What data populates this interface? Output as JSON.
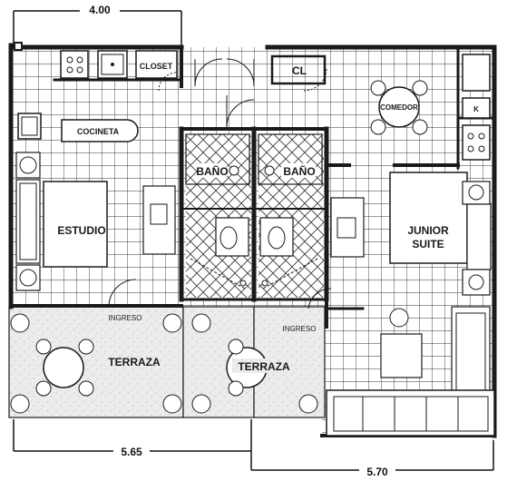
{
  "dimensions": {
    "top_width": "4.00",
    "bottom_left_width": "5.65",
    "bottom_right_width": "5.70"
  },
  "rooms": {
    "closet": "CLOSET",
    "cl": "CL",
    "comedor": "COMEDOR",
    "cocineta": "COCINETA",
    "bano_left": "BAÑO",
    "bano_right": "BAÑO",
    "estudio": "ESTUDIO",
    "junior_suite_line1": "JUNIOR",
    "junior_suite_line2": "SUITE",
    "ingreso_left": "INGRESO",
    "ingreso_right": "INGRESO",
    "terraza_left": "TERRAZA",
    "terraza_right": "TERRAZA",
    "k_label": "K"
  },
  "colors": {
    "wall": "#1a1a1a",
    "tile_line": "#333333",
    "terrace_fill": "#e9e9e9",
    "background": "#ffffff"
  }
}
